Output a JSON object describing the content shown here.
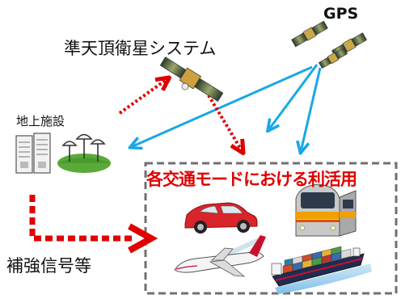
{
  "labels": {
    "gps": "GPS",
    "qzss": "準天頂衛星システム",
    "ground": "地上施設",
    "augmentation": "補強信号等",
    "usage": "各交通モードにおける利活用"
  },
  "colors": {
    "gps_signal": "#1aa7e6",
    "qzss_signal": "#e00000",
    "augmentation_arrow": "#e00000",
    "usage_title": "#e00000",
    "usage_box_border": "#707070"
  },
  "icons": [
    "gps-satellite-icon",
    "qzss-satellite-icon",
    "server-rack-icon",
    "antenna-dish-icon",
    "car-icon",
    "train-icon",
    "airplane-icon",
    "cargo-ship-icon"
  ]
}
